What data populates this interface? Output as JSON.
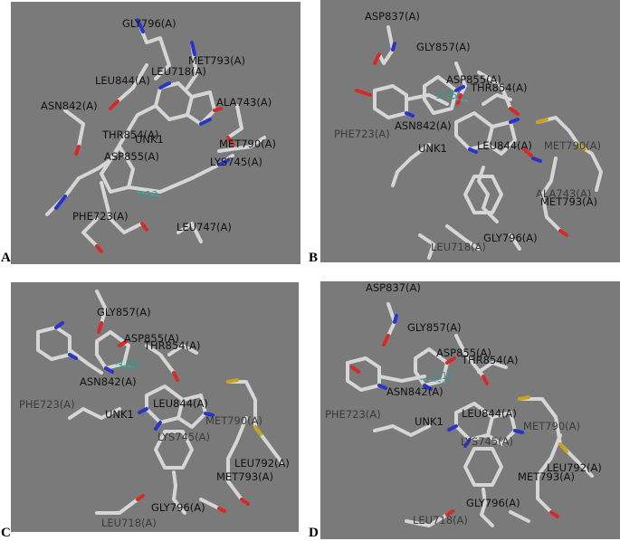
{
  "panels": {
    "A": {
      "label": "A",
      "residues": [
        "GLY796(A)",
        "MET793(A)",
        "LEU718(A)",
        "LEU844(A)",
        "ASN842(A)",
        "ALA743(A)",
        "THR854(A)",
        "UNK1",
        "ASP855(A)",
        "MET790(A)",
        "LYS745(A)",
        "PHE723(A)",
        "LEU747(A)"
      ],
      "distances": [
        "3.13"
      ]
    },
    "B": {
      "label": "B",
      "residues": [
        "ASP837(A)",
        "GLY857(A)",
        "ASP855(A)",
        "THR854(A)",
        "ASN842(A)",
        "PHE723(A)",
        "UNK1",
        "LEU844(A)",
        "MET790(A)",
        "ALA743(A)",
        "MET793(A)",
        "GLY796(A)",
        "LEU718(A)"
      ],
      "distances": [
        "3.05"
      ]
    },
    "C": {
      "label": "C",
      "residues": [
        "GLY857(A)",
        "ASP855(A)",
        "THR854(A)",
        "ASN842(A)",
        "PHE723(A)",
        "LEU844(A)",
        "UNK1",
        "MET790(A)",
        "LYS745(A)",
        "LEU792(A)",
        "MET793(A)",
        "GLY796(A)",
        "LEU718(A)"
      ],
      "distances": [
        "3.05"
      ]
    },
    "D": {
      "label": "D",
      "residues": [
        "ASP837(A)",
        "GLY857(A)",
        "ASP855(A)",
        "THR854(A)",
        "ASN842(A)",
        "PHE723(A)",
        "UNK1",
        "LEU844(A)",
        "MET790(A)",
        "LYS745(A)",
        "LEU792(A)",
        "MET793(A)",
        "GLY796(A)",
        "LEU718(A)"
      ],
      "distances": [
        "3.11"
      ]
    }
  },
  "colors": {
    "background": "#7a7a7a",
    "carbon": "#d6d6d6",
    "nitrogen": "#2a35c8",
    "oxygen": "#d42a2a",
    "sulfur": "#c8a21e",
    "hbond": "#3fb8ad"
  }
}
